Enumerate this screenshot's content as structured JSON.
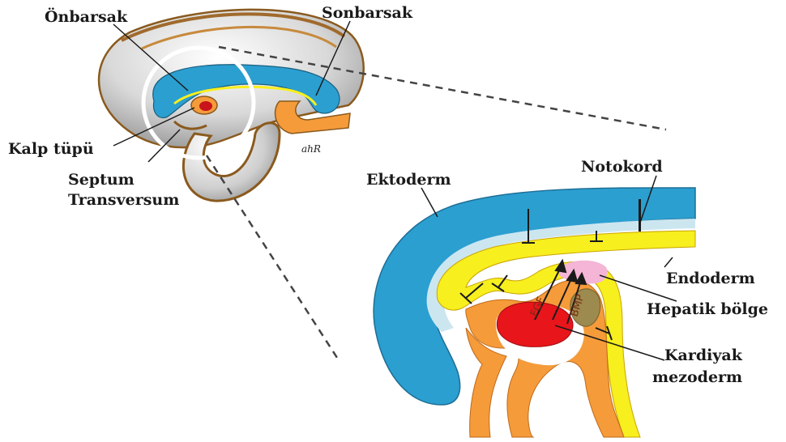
{
  "labels": {
    "onbarsak": "Önbarsak",
    "sonbarsak": "Sonbarsak",
    "kalp_tupu": "Kalp tüpü",
    "septum_line1": "Septum",
    "septum_line2": "Transversum",
    "ektoderm": "Ektoderm",
    "notokord": "Notokord",
    "endoderm": "Endoderm",
    "hepatik": "Hepatik bölge",
    "kardiyak_line1": "Kardiyak",
    "kardiyak_line2": "mezoderm",
    "fgf": "FGF",
    "bmp": "BMP",
    "signature": "ahR"
  },
  "colors": {
    "ectoderm": "#2b9fd0",
    "ectoderm_light": "#cce6f0",
    "endoderm": "#f7ef1e",
    "mesoderm": "#f59b3a",
    "heart": "#e8151b",
    "hepatic": "#f4b5d6",
    "outline": "#8a5a1e"
  }
}
